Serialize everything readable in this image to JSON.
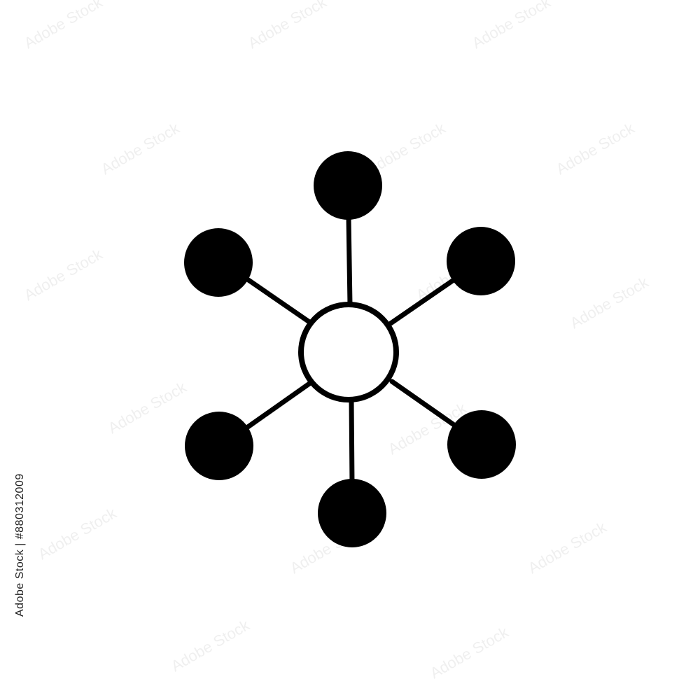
{
  "watermark": {
    "text": "Adobe Stock",
    "id_label": "Adobe Stock | #880312009"
  },
  "icon": {
    "semantic": "network-hub-icon",
    "hub_color": "#ffffff",
    "node_color": "#000000",
    "stroke_color": "#000000",
    "node_count": 6
  }
}
